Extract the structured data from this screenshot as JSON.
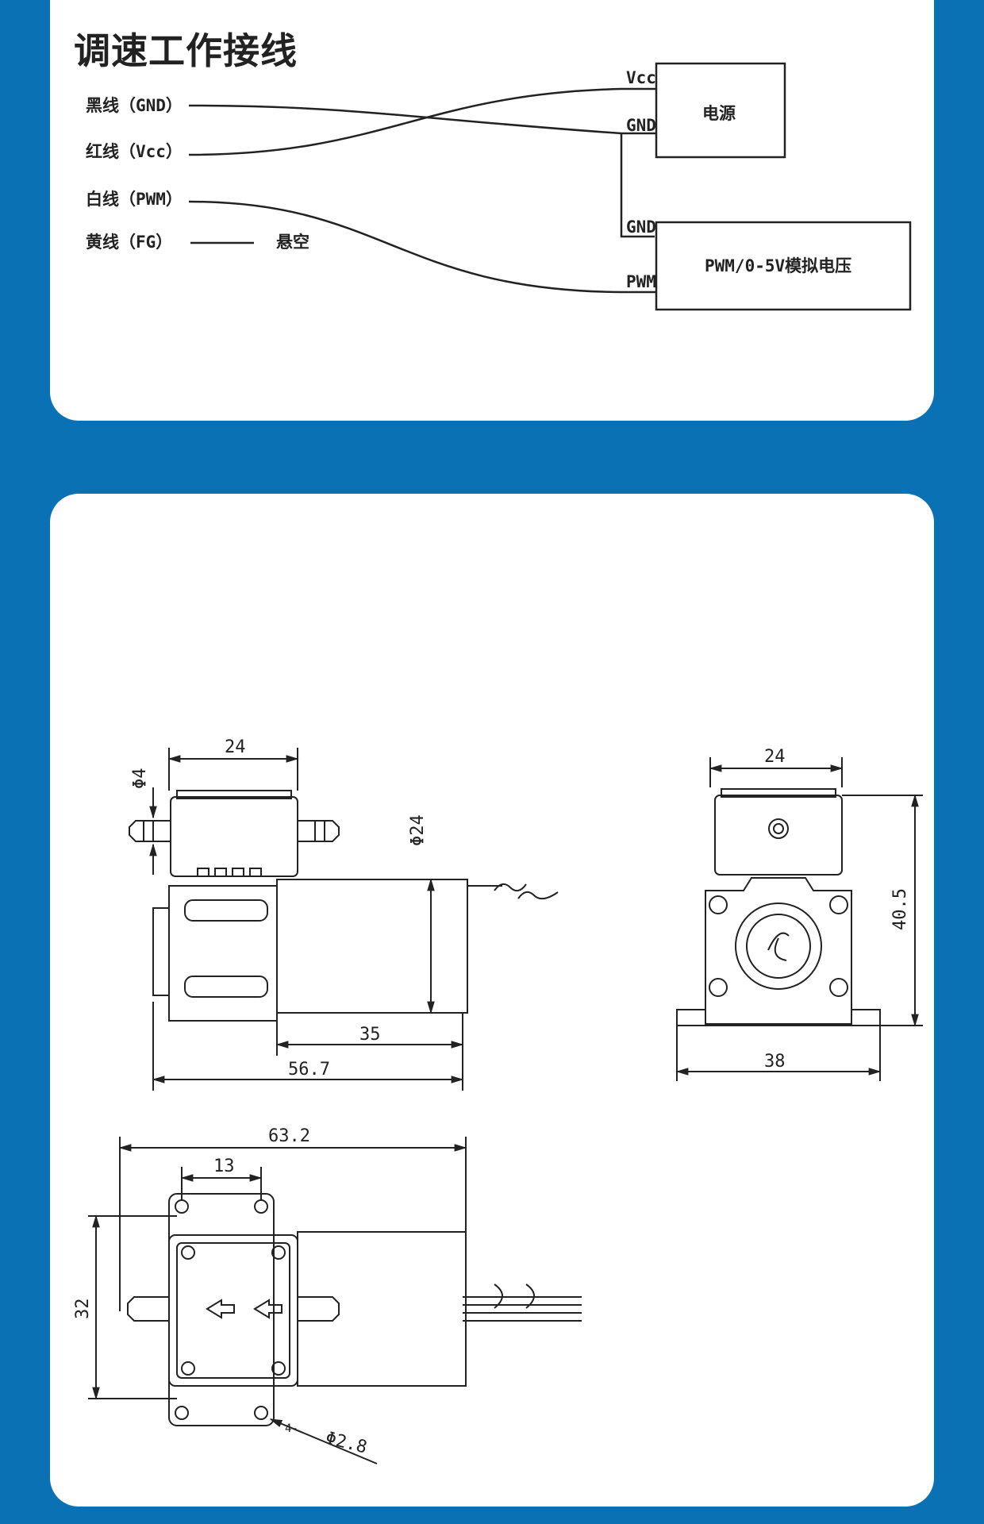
{
  "wiring": {
    "title": "调速工作接线",
    "wires": [
      {
        "label": "黑线（GND）"
      },
      {
        "label": "红线（Vcc）"
      },
      {
        "label": "白线（PWM）"
      },
      {
        "label": "黄线（FG）"
      }
    ],
    "float_label": "悬空",
    "power_box": {
      "label": "电源",
      "pin_vcc": "Vcc",
      "pin_gnd": "GND"
    },
    "signal_box": {
      "label": "PWM/0-5V模拟电压",
      "pin_gnd": "GND",
      "pin_pwm": "PWM"
    }
  },
  "dimensions": {
    "side_view": {
      "d_inlet": "Φ4",
      "width_top": "24",
      "d_motor": "Φ24",
      "motor_len": "35",
      "total_len": "56.7"
    },
    "front_view": {
      "width_top": "24",
      "height": "40.5",
      "base_width": "38"
    },
    "top_view": {
      "total_len": "63.2",
      "hole_spacing": "13",
      "height": "32",
      "hole_count": "4-",
      "hole_d": "Φ2.8"
    }
  }
}
